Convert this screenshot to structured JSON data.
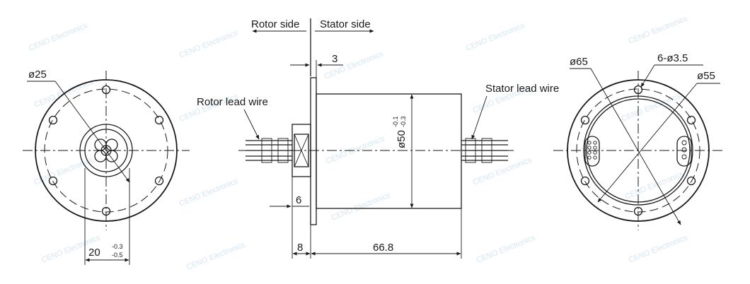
{
  "labels": {
    "rotor_side": "Rotor side",
    "stator_side": "Stator side",
    "rotor_lead_wire": "Rotor lead wire",
    "stator_lead_wire": "Stator lead wire"
  },
  "dimensions": {
    "bore_diameter": "ø25",
    "bore_width": "20",
    "bore_width_tol_upper": "-0.3",
    "bore_width_tol_lower": "-0.5",
    "flange_thickness": "3",
    "body_diameter": "ø50",
    "body_diameter_tol_upper": "-0.1",
    "body_diameter_tol_lower": "-0.3",
    "collar_length": "6",
    "front_length": "8",
    "body_length": "66.8",
    "flange_diameter": "ø65",
    "mounting_holes": "6-ø3.5",
    "pitch_circle_diameter": "ø55"
  },
  "watermark": "CENO Electronics",
  "colors": {
    "line": "#1a1a1a",
    "watermark": "#d3e6f2",
    "background": "#ffffff"
  }
}
